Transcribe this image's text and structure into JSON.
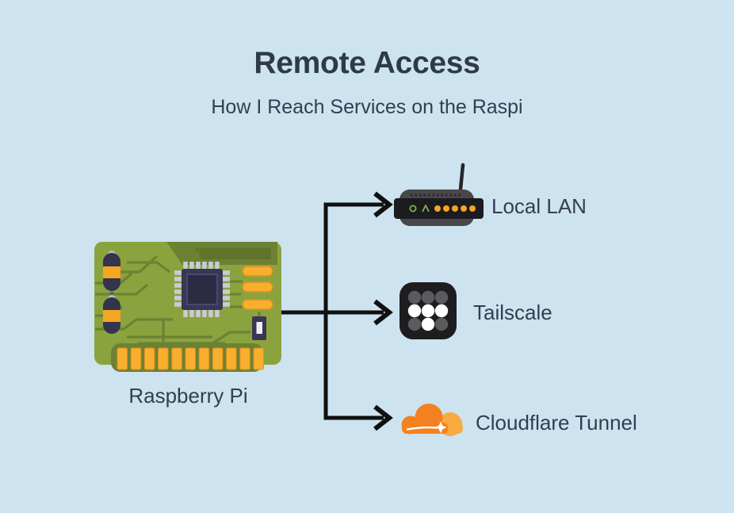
{
  "title": "Remote Access",
  "subtitle": "How I Reach Services on the Raspi",
  "source_node": {
    "id": "raspberry-pi",
    "label": "Raspberry Pi",
    "icon": "raspberry-pi-board-icon"
  },
  "target_nodes": [
    {
      "id": "local-lan",
      "label": "Local LAN",
      "icon": "wifi-router-icon"
    },
    {
      "id": "tailscale",
      "label": "Tailscale",
      "icon": "tailscale-app-icon"
    },
    {
      "id": "cloudflare-tunnel",
      "label": "Cloudflare Tunnel",
      "icon": "cloudflare-logo-icon"
    }
  ],
  "edges": [
    {
      "from": "raspberry-pi",
      "to": "local-lan"
    },
    {
      "from": "raspberry-pi",
      "to": "tailscale"
    },
    {
      "from": "raspberry-pi",
      "to": "cloudflare-tunnel"
    }
  ],
  "colors": {
    "background": "#cde3f0",
    "text": "#303b4e",
    "connector": "#101010",
    "board_green": "#8ba33e",
    "trace_green": "#6d8133",
    "component_yellow": "#f9ae2e",
    "chip_navy": "#3a3752",
    "router_body": "#47474c",
    "router_panel": "#1c1c20",
    "led_orange": "#f5a623",
    "led_green": "#7ab648",
    "tailscale_black": "#1d1d1f",
    "tailscale_dot_gray": "#5b5b5d",
    "tailscale_dot_white": "#ffffff",
    "cloudflare_orange": "#f48120",
    "cloudflare_light_orange": "#f9ab41"
  }
}
